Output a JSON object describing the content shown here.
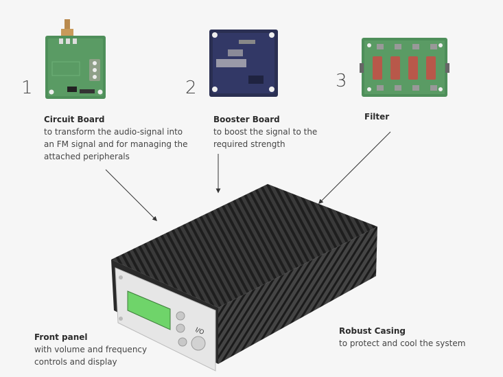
{
  "components": [
    {
      "number": "1",
      "title": "Circuit Board",
      "description": [
        "to transform the audio-signal into",
        "an FM signal and for managing the",
        "attached peripherals"
      ]
    },
    {
      "number": "2",
      "title": "Booster Board",
      "description": [
        "to boost the signal to the",
        "required strength"
      ]
    },
    {
      "number": "3",
      "title": "Filter",
      "description": []
    }
  ],
  "front_panel": {
    "title": "Front panel",
    "description": [
      "with volume and frequency",
      "controls and display"
    ]
  },
  "casing": {
    "title": "Robust Casing",
    "description": [
      "to protect and cool the system"
    ]
  },
  "power_label": "I/O",
  "colors": {
    "pcb_green": "#4e8f5a",
    "booster_navy": "#2a2f52",
    "casing": "#2a2a2a",
    "display": "#6fd46a",
    "panel": "#e6e6e6"
  }
}
